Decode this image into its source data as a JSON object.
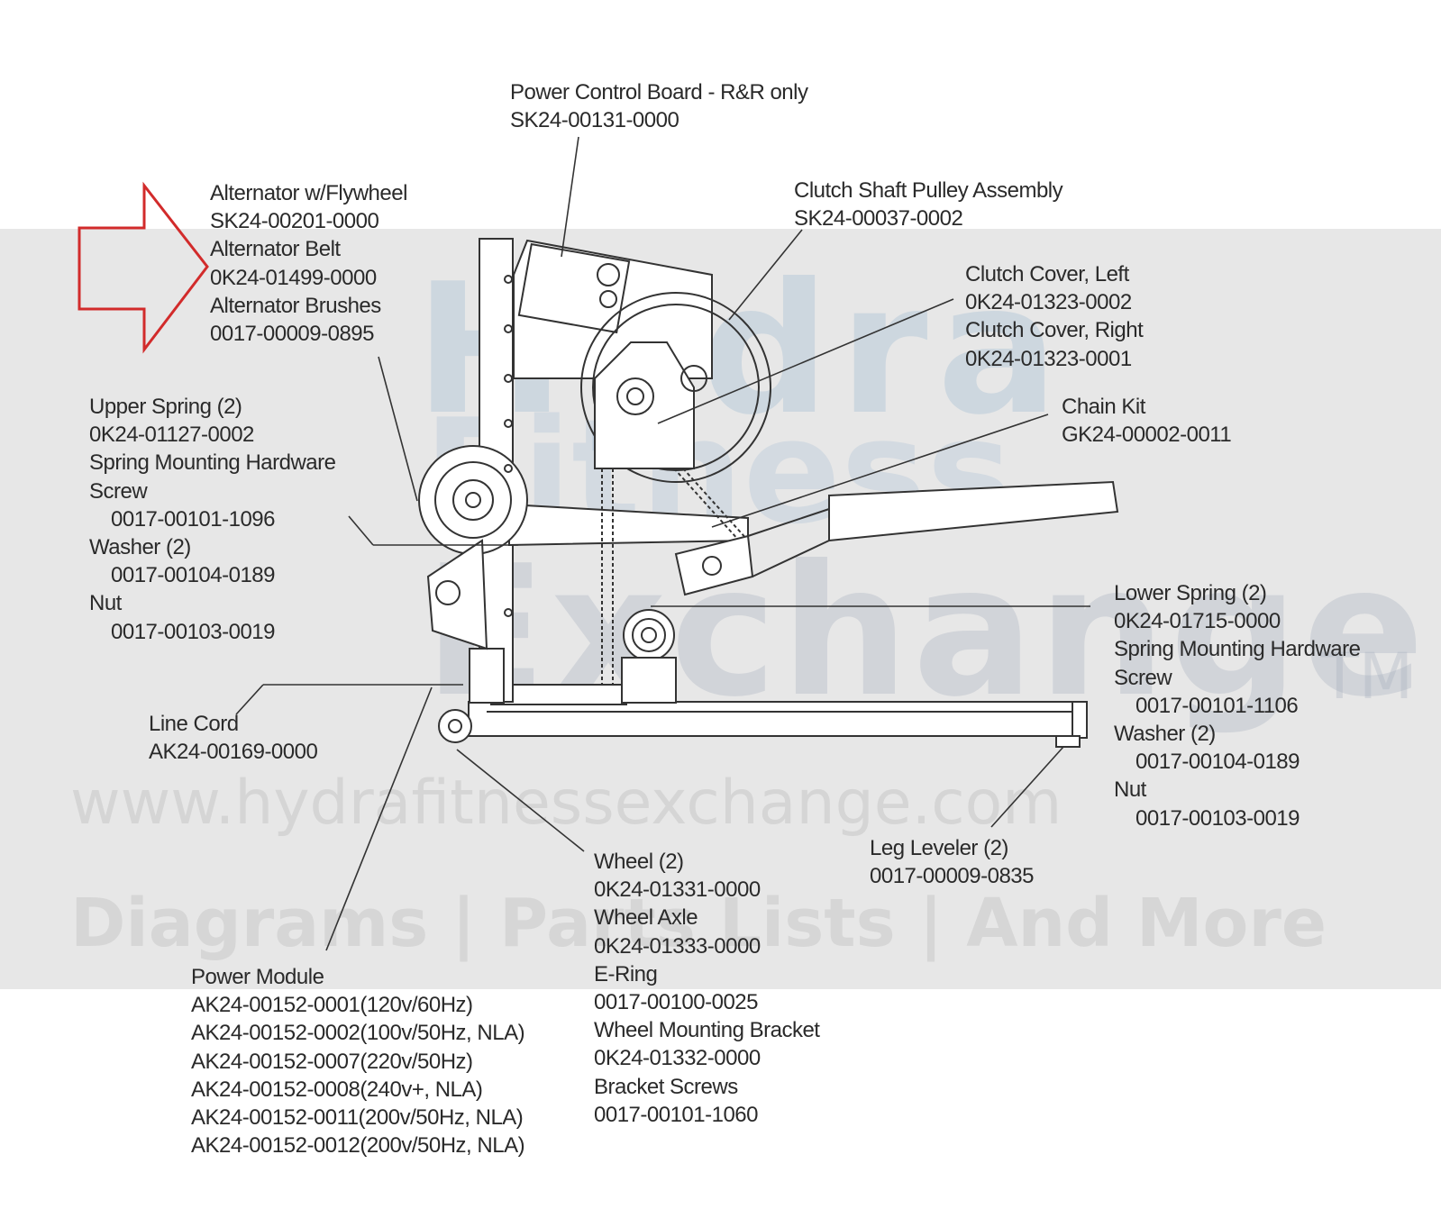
{
  "watermark": {
    "brand_line1": "Hydra",
    "brand_line2": "Fitness",
    "brand_line3": "Exchange",
    "trademark": "TM",
    "url": "www.hydrafitnessexchange.com",
    "tagline": "Diagrams | Parts Lists | And More"
  },
  "callouts": {
    "power_control_board": {
      "name": "Power Control Board - R&R only",
      "part": "SK24-00131-0000"
    },
    "alternator": {
      "name": "Alternator w/Flywheel",
      "part": "SK24-00201-0000",
      "belt_name": "Alternator Belt",
      "belt_part": "0K24-01499-0000",
      "brushes_name": "Alternator Brushes",
      "brushes_part": "0017-00009-0895"
    },
    "clutch_shaft": {
      "name": "Clutch Shaft Pulley Assembly",
      "part": "SK24-00037-0002"
    },
    "clutch_cover": {
      "left_name": "Clutch Cover, Left",
      "left_part": "0K24-01323-0002",
      "right_name": "Clutch Cover, Right",
      "right_part": "0K24-01323-0001"
    },
    "chain_kit": {
      "name": "Chain Kit",
      "part": "GK24-00002-0011"
    },
    "upper_spring": {
      "name": "Upper Spring (2)",
      "part": "0K24-01127-0002",
      "hardware": "Spring Mounting Hardware",
      "screw": "Screw",
      "screw_part": "0017-00101-1096",
      "washer": "Washer (2)",
      "washer_part": "0017-00104-0189",
      "nut": "Nut",
      "nut_part": "0017-00103-0019"
    },
    "lower_spring": {
      "name": "Lower Spring (2)",
      "part": "0K24-01715-0000",
      "hardware": "Spring Mounting Hardware",
      "screw": "Screw",
      "screw_part": "0017-00101-1106",
      "washer": "Washer (2)",
      "washer_part": "0017-00104-0189",
      "nut": "Nut",
      "nut_part": "0017-00103-0019"
    },
    "line_cord": {
      "name": "Line Cord",
      "part": "AK24-00169-0000"
    },
    "leg_leveler": {
      "name": "Leg Leveler (2)",
      "part": "0017-00009-0835"
    },
    "wheel": {
      "name": "Wheel (2)",
      "part": "0K24-01331-0000",
      "axle": "Wheel Axle",
      "axle_part": "0K24-01333-0000",
      "ering": "E-Ring",
      "ering_part": "0017-00100-0025",
      "bracket": "Wheel Mounting Bracket",
      "bracket_part": "0K24-01332-0000",
      "screws": "Bracket Screws",
      "screws_part": "0017-00101-1060"
    },
    "power_module": {
      "name": "Power Module",
      "parts": [
        "AK24-00152-0001(120v/60Hz)",
        "AK24-00152-0002(100v/50Hz, NLA)",
        "AK24-00152-0007(220v/50Hz)",
        "AK24-00152-0008(240v+, NLA)",
        "AK24-00152-0011(200v/50Hz, NLA)",
        "AK24-00152-0012(200v/50Hz, NLA)"
      ]
    }
  },
  "colors": {
    "highlight_arrow": "#d22b2b",
    "line": "#333333",
    "band": "#e7e7e7"
  }
}
